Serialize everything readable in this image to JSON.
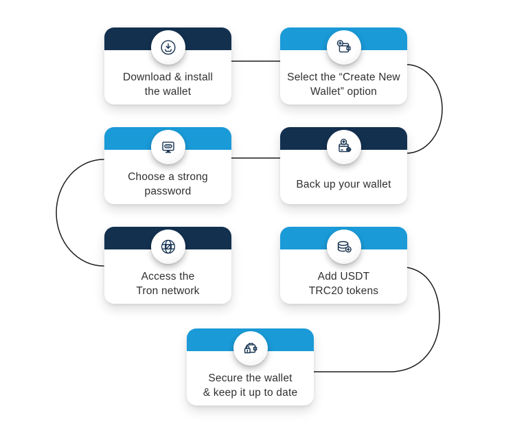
{
  "colors": {
    "navy": "#13304f",
    "blue": "#1a9ad7",
    "line": "#1b1b1b",
    "text": "#2f2f2f",
    "card_bg": "#ffffff",
    "page_bg": "#ffffff"
  },
  "steps": [
    {
      "name": "download-install",
      "accent": "navy",
      "icon": "download-icon",
      "lines": [
        "Download & install",
        "the wallet"
      ]
    },
    {
      "name": "create-new-wallet",
      "accent": "blue",
      "icon": "wallet-add-icon",
      "lines": [
        "Select the “Create New",
        "Wallet” option"
      ]
    },
    {
      "name": "choose-password",
      "accent": "blue",
      "icon": "password-monitor-icon",
      "lines": [
        "Choose a strong",
        "password"
      ]
    },
    {
      "name": "backup-wallet",
      "accent": "navy",
      "icon": "wallet-backup-icon",
      "lines": [
        "Back up your wallet"
      ]
    },
    {
      "name": "access-tron",
      "accent": "navy",
      "icon": "globe-network-icon",
      "lines": [
        "Access the",
        "Tron network"
      ]
    },
    {
      "name": "add-usdt",
      "accent": "blue",
      "icon": "coins-add-icon",
      "lines": [
        "Add USDT",
        "TRC20 tokens"
      ]
    },
    {
      "name": "secure-wallet",
      "accent": "blue",
      "icon": "wallet-lock-icon",
      "lines": [
        "Secure the wallet",
        "& keep it up to date"
      ]
    }
  ]
}
